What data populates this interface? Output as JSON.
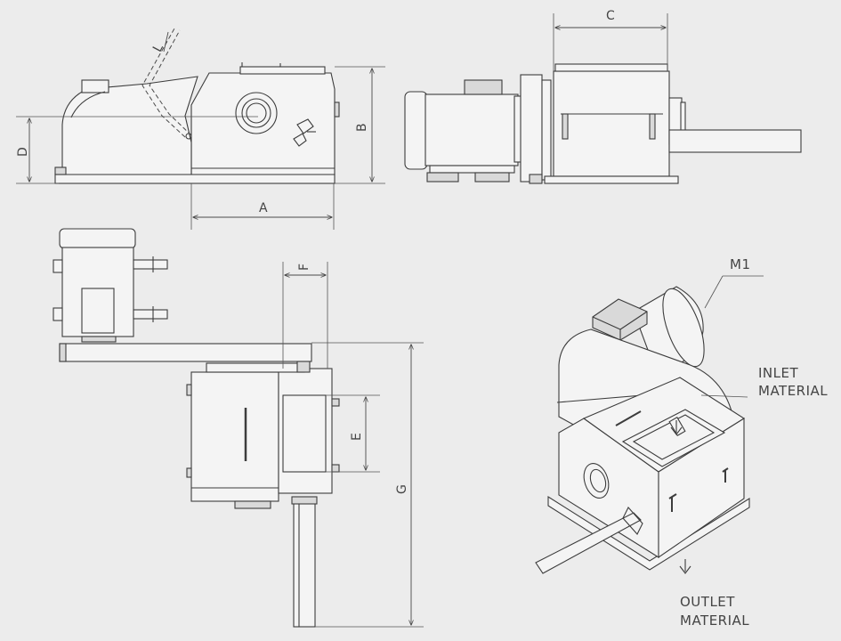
{
  "dimensions": {
    "A": "A",
    "B": "B",
    "C": "C",
    "D": "D",
    "E": "E",
    "F": "F",
    "G": "G",
    "L": "L"
  },
  "callouts": {
    "motor": "M1",
    "inlet_line1": "INLET",
    "inlet_line2": "MATERIAL",
    "outlet_line1": "OUTLET",
    "outlet_line2": "MATERIAL"
  },
  "colors": {
    "background": "#ececec",
    "line": "#3c3c3c",
    "fill_light": "#f4f4f4",
    "fill_dark": "#d9d9d9"
  }
}
